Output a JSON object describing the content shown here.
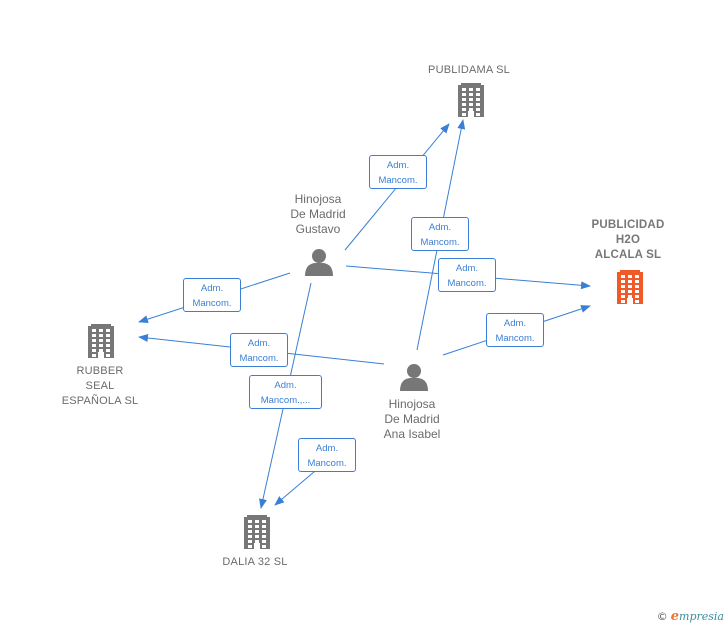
{
  "colors": {
    "edge": "#3a7fd5",
    "node_gray": "#777777",
    "focus_node": "#f05a28",
    "text": "#6b6b6b"
  },
  "nodes": {
    "publidama": {
      "label": "PUBLIDAMA SL",
      "type": "company",
      "icon": "building-icon"
    },
    "publicidad": {
      "label": "PUBLICIDAD\nH2O\nALCALA  SL",
      "type": "company-focus",
      "icon": "building-icon"
    },
    "rubber": {
      "label": "RUBBER\nSEAL\nESPAÑOLA SL",
      "type": "company",
      "icon": "building-icon"
    },
    "dalia": {
      "label": "DALIA 32 SL",
      "type": "company",
      "icon": "building-icon"
    },
    "gustavo": {
      "label": "Hinojosa\nDe Madrid\nGustavo",
      "type": "person",
      "icon": "person-icon"
    },
    "ana": {
      "label": "Hinojosa\nDe Madrid\nAna Isabel",
      "type": "person",
      "icon": "person-icon"
    }
  },
  "edges": [
    {
      "from": "gustavo",
      "to": "publidama",
      "label": "Adm.\nMancom."
    },
    {
      "from": "ana",
      "to": "publidama",
      "label": "Adm.\nMancom."
    },
    {
      "from": "gustavo",
      "to": "publicidad",
      "label": "Adm.\nMancom."
    },
    {
      "from": "ana",
      "to": "publicidad",
      "label": "Adm.\nMancom."
    },
    {
      "from": "gustavo",
      "to": "rubber",
      "label": "Adm.\nMancom."
    },
    {
      "from": "ana",
      "to": "rubber",
      "label": "Adm.\nMancom."
    },
    {
      "from": "gustavo",
      "to": "dalia",
      "label": "Adm.\nMancom.,..."
    },
    {
      "from": "ana",
      "to": "dalia",
      "label": "Adm.\nMancom."
    }
  ],
  "footer": {
    "copyright": "©",
    "brand_initial": "e",
    "brand_rest": "mpresia"
  }
}
